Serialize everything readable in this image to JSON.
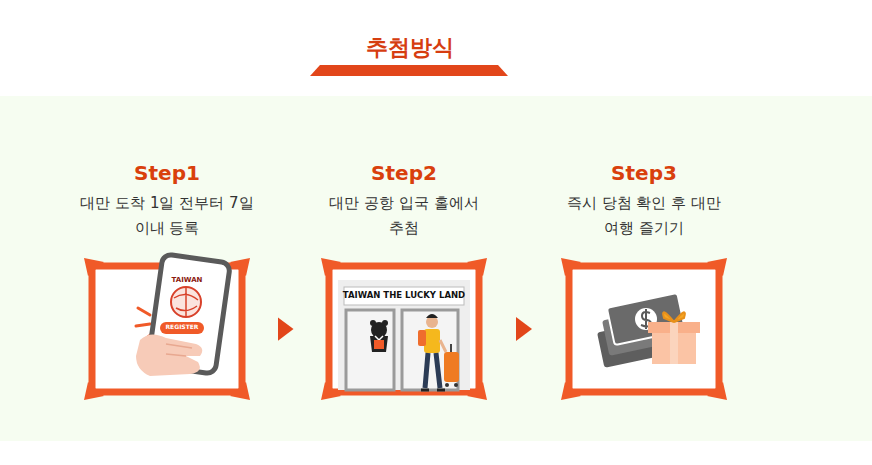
{
  "diagram": {
    "title": "추첨방식",
    "nodes": [
      {
        "text": [
          "Step1",
          "대만 도착 1일 전부터 7일 이내 등록"
        ]
      },
      {
        "text": [
          "Step2",
          "대만 공항 입국 홀에서 추첨"
        ]
      },
      {
        "text": [
          "Step3",
          "즉시 당첨 확인 후 대만 여행 즐기기"
        ]
      }
    ],
    "edges": [
      {
        "from": 0,
        "to": 1,
        "arrow": "to"
      },
      {
        "from": 1,
        "to": 2,
        "arrow": "to"
      }
    ],
    "labels": [
      "TAIWAN",
      "REGISTER",
      "TAIWAN THE LUCKY LAND"
    ]
  }
}
